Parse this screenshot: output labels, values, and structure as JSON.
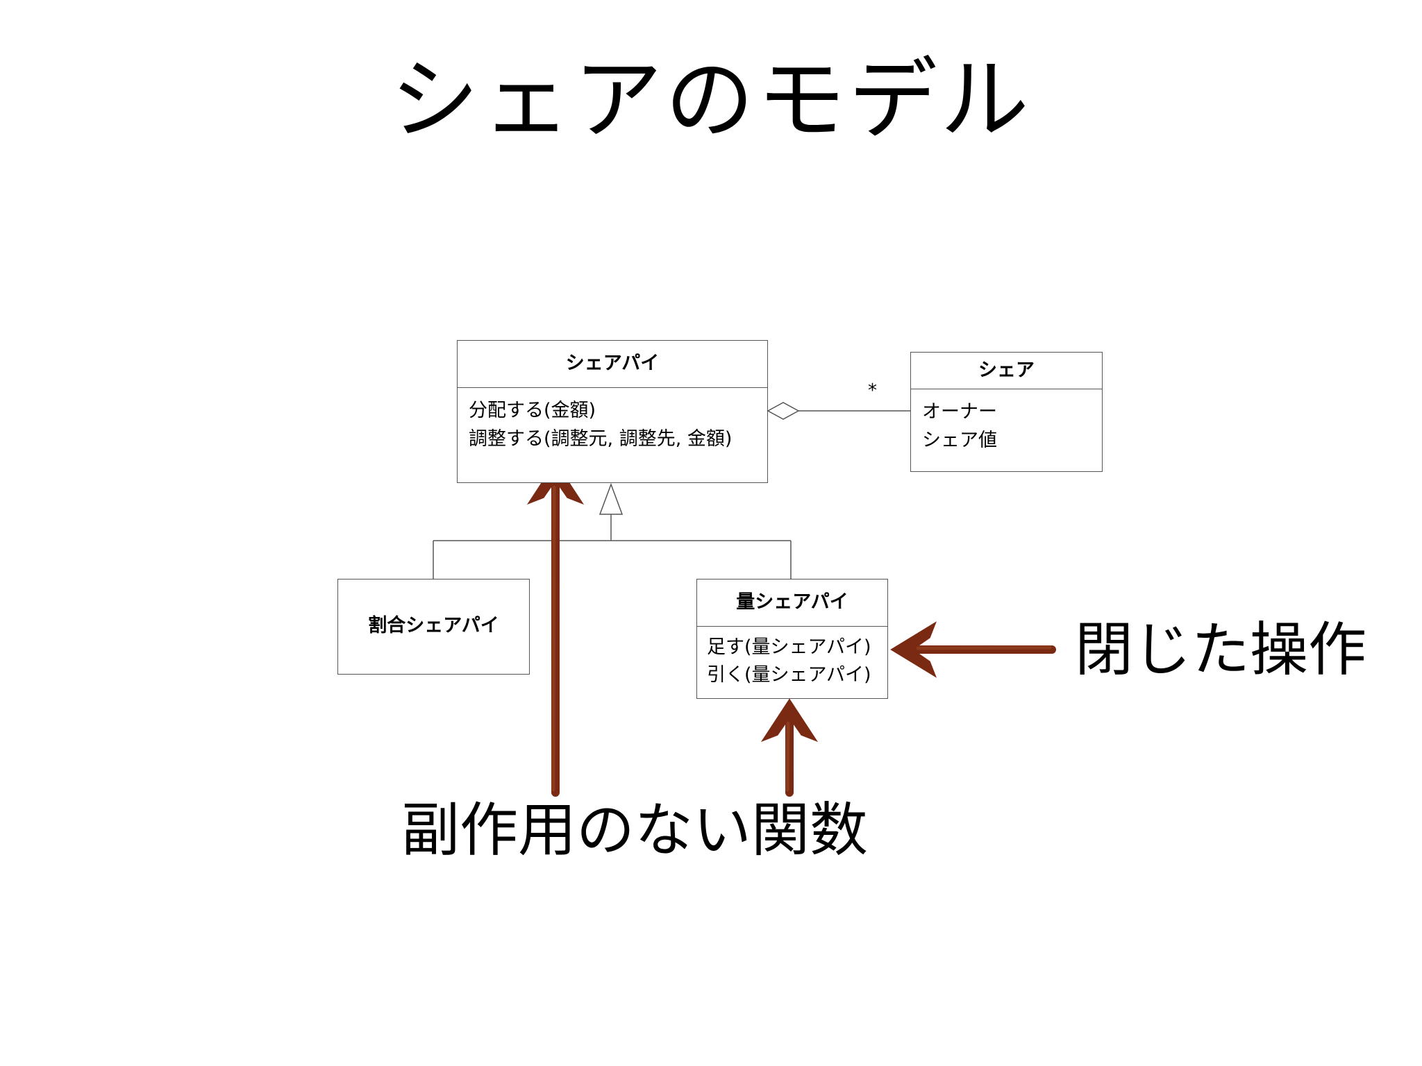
{
  "slide": {
    "title": "シェアのモデル"
  },
  "classes": {
    "share_pie": {
      "name": "シェアパイ",
      "operations": [
        "分配する(金額)",
        "調整する(調整元, 調整先, 金額)"
      ]
    },
    "share": {
      "name": "シェア",
      "attributes": [
        "オーナー",
        "シェア値"
      ]
    },
    "ratio_share_pie": {
      "name": "割合シェアパイ"
    },
    "amount_share_pie": {
      "name": "量シェアパイ",
      "operations": [
        "足す(量シェアパイ)",
        "引く(量シェアパイ)"
      ]
    }
  },
  "association": {
    "multiplicity": "*"
  },
  "annotations": {
    "closed_operation": "閉じた操作",
    "side_effect_free": "副作用のない関数"
  },
  "colors": {
    "arrow": "#7a2a12",
    "line": "#555555",
    "text": "#000000"
  }
}
